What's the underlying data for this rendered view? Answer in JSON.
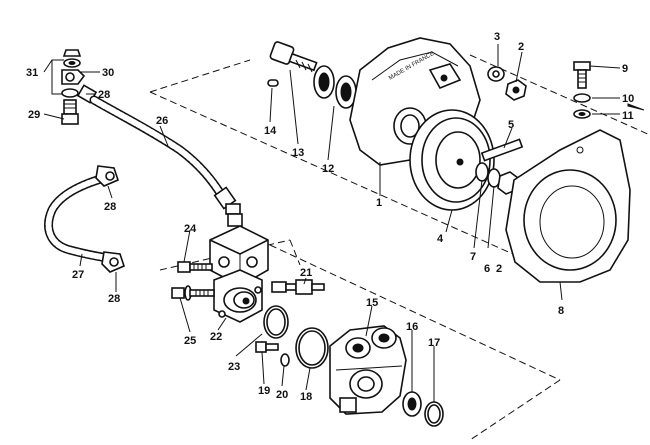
{
  "diagram": {
    "callouts": {
      "p1": "1",
      "p2a": "2",
      "p2b": "2",
      "p3": "3",
      "p4": "4",
      "p5": "5",
      "p6": "6",
      "p7": "7",
      "p8": "8",
      "p9": "9",
      "p10": "10",
      "p11": "11",
      "p12": "12",
      "p13": "13",
      "p14": "14",
      "p15": "15",
      "p16": "16",
      "p17": "17",
      "p18": "18",
      "p19": "19",
      "p20": "20",
      "p21": "21",
      "p22": "22",
      "p23": "23",
      "p24": "24",
      "p25": "25",
      "p26": "26",
      "p27": "27",
      "p28a": "28",
      "p28b": "28",
      "p28c": "28",
      "p29": "29",
      "p30": "30",
      "p31": "31"
    },
    "housing_stamp": "MADE IN FRANCE"
  }
}
